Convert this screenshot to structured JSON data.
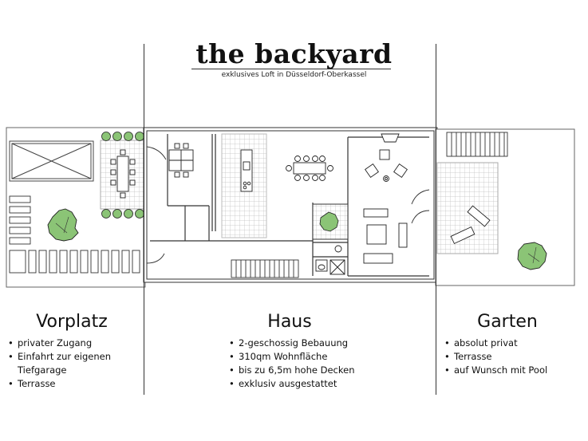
{
  "header": {
    "title": "the backyard",
    "subtitle": "exklusives Loft in Düsseldorf-Oberkassel"
  },
  "sections": [
    {
      "title": "Vorplatz",
      "features": [
        "privater Zugang",
        "Einfahrt zur eigenen",
        "Tiefgarage",
        "Terrasse"
      ]
    },
    {
      "title": "Haus",
      "features": [
        "2-geschossig Bebauung",
        "310qm Wohnfläche",
        "bis zu 6,5m hohe Decken",
        "exklusiv ausgestattet"
      ]
    },
    {
      "title": "Garten",
      "features": [
        "absolut privat",
        "Terrasse",
        "auf Wunsch mit Pool"
      ]
    }
  ],
  "colors": {
    "ink": "#111111",
    "tree": "#8bc476",
    "tile": "#bfbfbf",
    "wall": "#555555"
  }
}
